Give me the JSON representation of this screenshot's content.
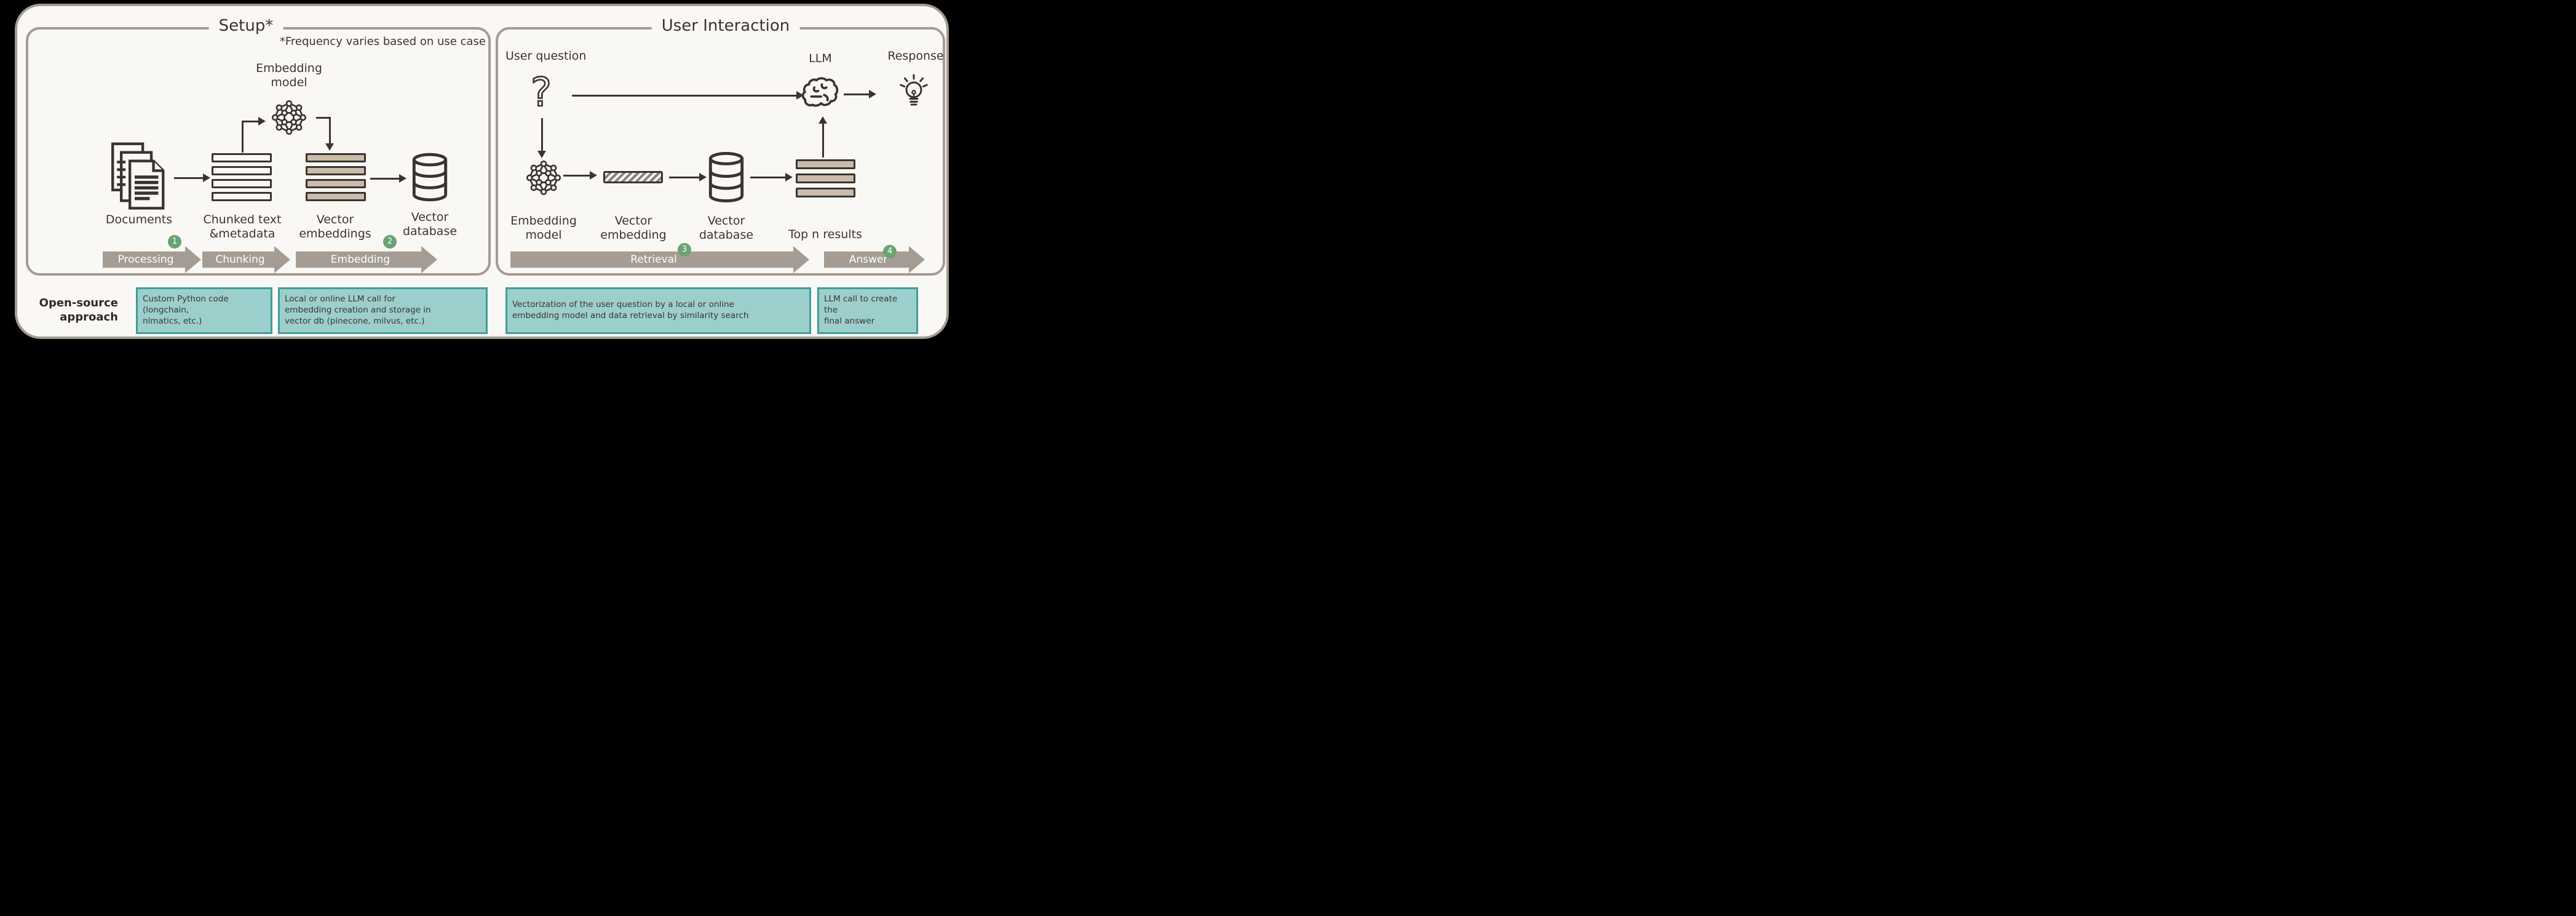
{
  "colors": {
    "background": "#000000",
    "card_bg": "#faf8f5",
    "border_taupe": "#a49b93",
    "icon_dark": "#3a3430",
    "bar_tan": "#cbbca9",
    "teal_fill": "#9ccfcc",
    "teal_border": "#3e9e9b",
    "badge_green": "#6ba374",
    "step_arrow": "#a59d93"
  },
  "setup": {
    "title": "Setup*",
    "note": "*Frequency varies based on use case",
    "nodes": {
      "documents": "Documents",
      "chunked": "Chunked text\n&metadata",
      "embedding_model": "Embedding\nmodel",
      "vector_embeddings": "Vector\nembeddings",
      "vector_database": "Vector\ndatabase"
    },
    "steps": [
      {
        "label": "Processing",
        "badge": "1"
      },
      {
        "label": "Chunking",
        "badge": ""
      },
      {
        "label": "Embedding",
        "badge": "2"
      }
    ]
  },
  "interaction": {
    "title": "User Interaction",
    "nodes": {
      "user_question": "User question",
      "embedding_model": "Embedding\nmodel",
      "vector_embedding": "Vector\nembedding",
      "vector_database": "Vector\ndatabase",
      "top_n_results": "Top n results",
      "llm": "LLM",
      "response": "Response"
    },
    "steps": [
      {
        "label": "Retrieval",
        "badge": "3"
      },
      {
        "label": "Answer",
        "badge": "4"
      }
    ]
  },
  "bottom": {
    "row_label": "Open-source\napproach",
    "boxes": [
      "Custom Python code (longchain,\nnlmatics, etc.)",
      "Local or online LLM call for\nembedding creation and storage in\nvector db (pinecone, milvus, etc.)",
      "Vectorization of the user question by a local or online\nembedding model and data retrieval by similarity search",
      "LLM call to create the\nfinal answer"
    ]
  },
  "icons": {
    "documents": "documents-icon",
    "chunked": "chunked-text-stack-icon",
    "network": "embedding-network-icon",
    "database": "database-cylinder-icon",
    "question": "question-mark-icon",
    "vector_bar": "hatched-vector-icon",
    "results": "results-stack-icon",
    "llm": "brain-icon",
    "response": "lightbulb-icon"
  }
}
